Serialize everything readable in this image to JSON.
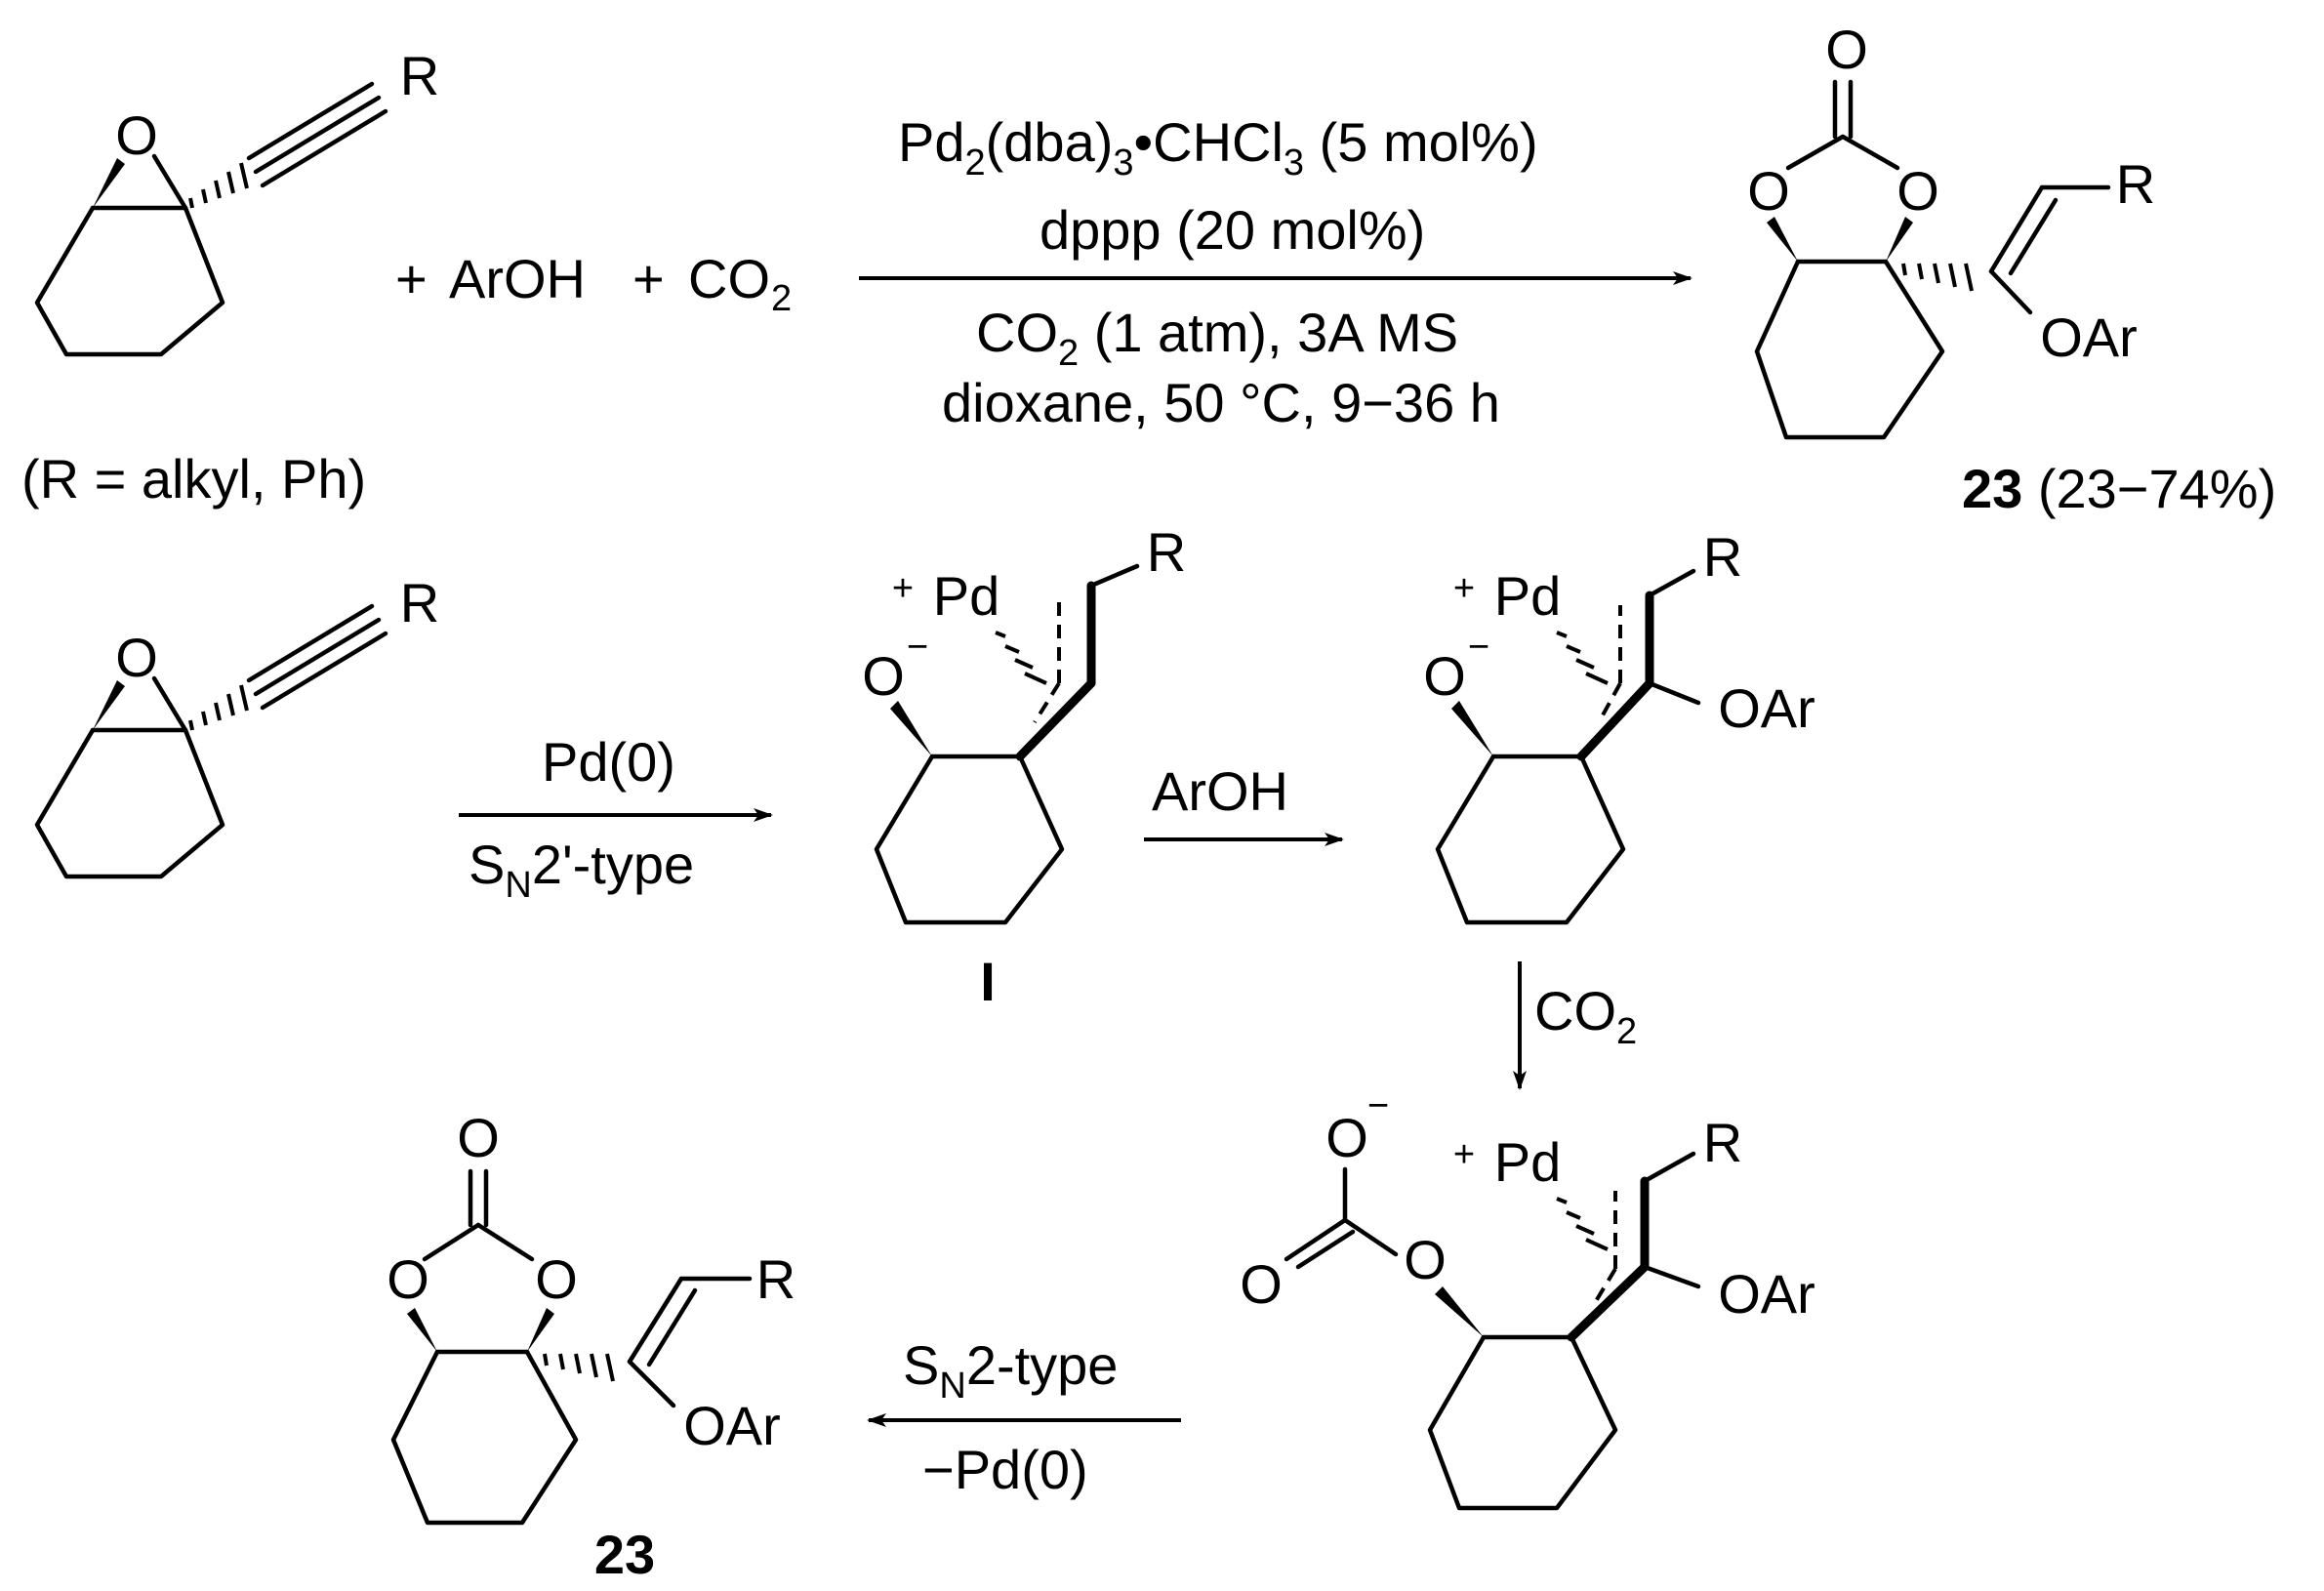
{
  "top_reaction": {
    "reactant_R": "R",
    "epoxide_O": "O",
    "r_definition": "(R = alkyl, Ph)",
    "plus_reagents": {
      "plus1": "+",
      "aroh": "ArOH",
      "plus2": "+",
      "co2": "CO",
      "co2_sub": "2"
    },
    "conditions": {
      "line1_main": "Pd",
      "line1_sub": "2",
      "line1_mid": "(dba)",
      "line1_sub2": "3",
      "line1_end": "•CHCl",
      "line1_sub3": "3",
      "line1_tail": " (5 mol%)",
      "line2": "dppp (20 mol%)",
      "line3_main": "CO",
      "line3_sub": "2",
      "line3_tail": " (1 atm), 3A MS",
      "line4": "dioxane, 50 °C, 9−36 h"
    },
    "product": {
      "carbonyl_O": "O",
      "ring_O_left": "O",
      "ring_O_right": "O",
      "R": "R",
      "OAr": "OAr",
      "number": "23",
      "yield": " (23−74%)"
    }
  },
  "mechanism": {
    "start": {
      "O": "O",
      "R": "R"
    },
    "step1": {
      "reagent": "Pd(0)",
      "type_main": "S",
      "type_sub": "N",
      "type_tail": "2'-type"
    },
    "intermediate_I": {
      "charge_O": "O",
      "minus": "−",
      "Pd": "Pd",
      "plus": "+",
      "R": "R",
      "label": "I"
    },
    "step2": {
      "reagent": "ArOH"
    },
    "intermediate_2": {
      "charge_O": "O",
      "minus": "−",
      "Pd": "Pd",
      "plus": "+",
      "R": "R",
      "OAr": "OAr"
    },
    "step3": {
      "reagent": "CO",
      "reagent_sub": "2"
    },
    "intermediate_3": {
      "O_minus": "O",
      "minus": "−",
      "O_carbonyl": "O",
      "O_link": "O",
      "Pd": "Pd",
      "plus": "+",
      "R": "R",
      "OAr": "OAr"
    },
    "step4": {
      "type_main": "S",
      "type_sub": "N",
      "type_tail": "2-type",
      "loss": "−Pd(0)"
    },
    "final_product": {
      "carbonyl_O": "O",
      "ring_O_left": "O",
      "ring_O_right": "O",
      "R": "R",
      "OAr": "OAr",
      "number": "23"
    }
  }
}
